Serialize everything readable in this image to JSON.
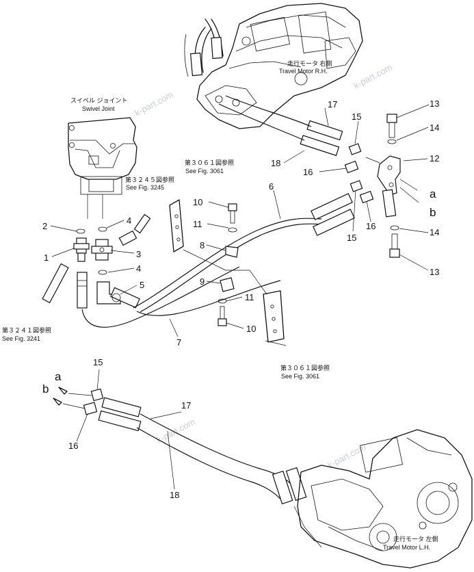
{
  "assemblies": {
    "travel_motor_rh": {
      "jp": "走行モータ 右側",
      "en": "Travel Motor R.H."
    },
    "travel_motor_lh": {
      "jp": "走行モータ 左側",
      "en": "Travel Motor L.H."
    },
    "swivel_joint": {
      "jp": "スイベル ジョイント",
      "en": "Swivel Joint"
    }
  },
  "references": {
    "fig_3245": {
      "jp": "第３２４５図参照",
      "en": "See Fig. 3245"
    },
    "fig_3241": {
      "jp": "第３２４１図参照",
      "en": "See Fig. 3241"
    },
    "fig_3061_top": {
      "jp": "第３０６１図参照",
      "en": "See Fig. 3061"
    },
    "fig_3061_bottom": {
      "jp": "第３０６１図参照",
      "en": "See Fig. 3061"
    }
  },
  "callouts": {
    "n1": "1",
    "n2": "2",
    "n3": "3",
    "n4a": "4",
    "n4b": "4",
    "n5": "5",
    "n6": "6",
    "n7": "7",
    "n8": "8",
    "n9": "9",
    "n10a": "10",
    "n10b": "10",
    "n11a": "11",
    "n11b": "11",
    "n12": "12",
    "n13a": "13",
    "n13b": "13",
    "n14a": "14",
    "n14b": "14",
    "n15a": "15",
    "n15b": "15",
    "n15c": "15",
    "n16a": "16",
    "n16b": "16",
    "n16c": "16",
    "n17a": "17",
    "n17b": "17",
    "n18a": "18",
    "n18b": "18"
  },
  "port_letters": {
    "a_right": "a",
    "b_right": "b",
    "a_left": "a",
    "b_left": "b"
  },
  "watermarks": [
    "k-part.com",
    "k-part.com",
    "k-part.com",
    "k-part.com"
  ]
}
